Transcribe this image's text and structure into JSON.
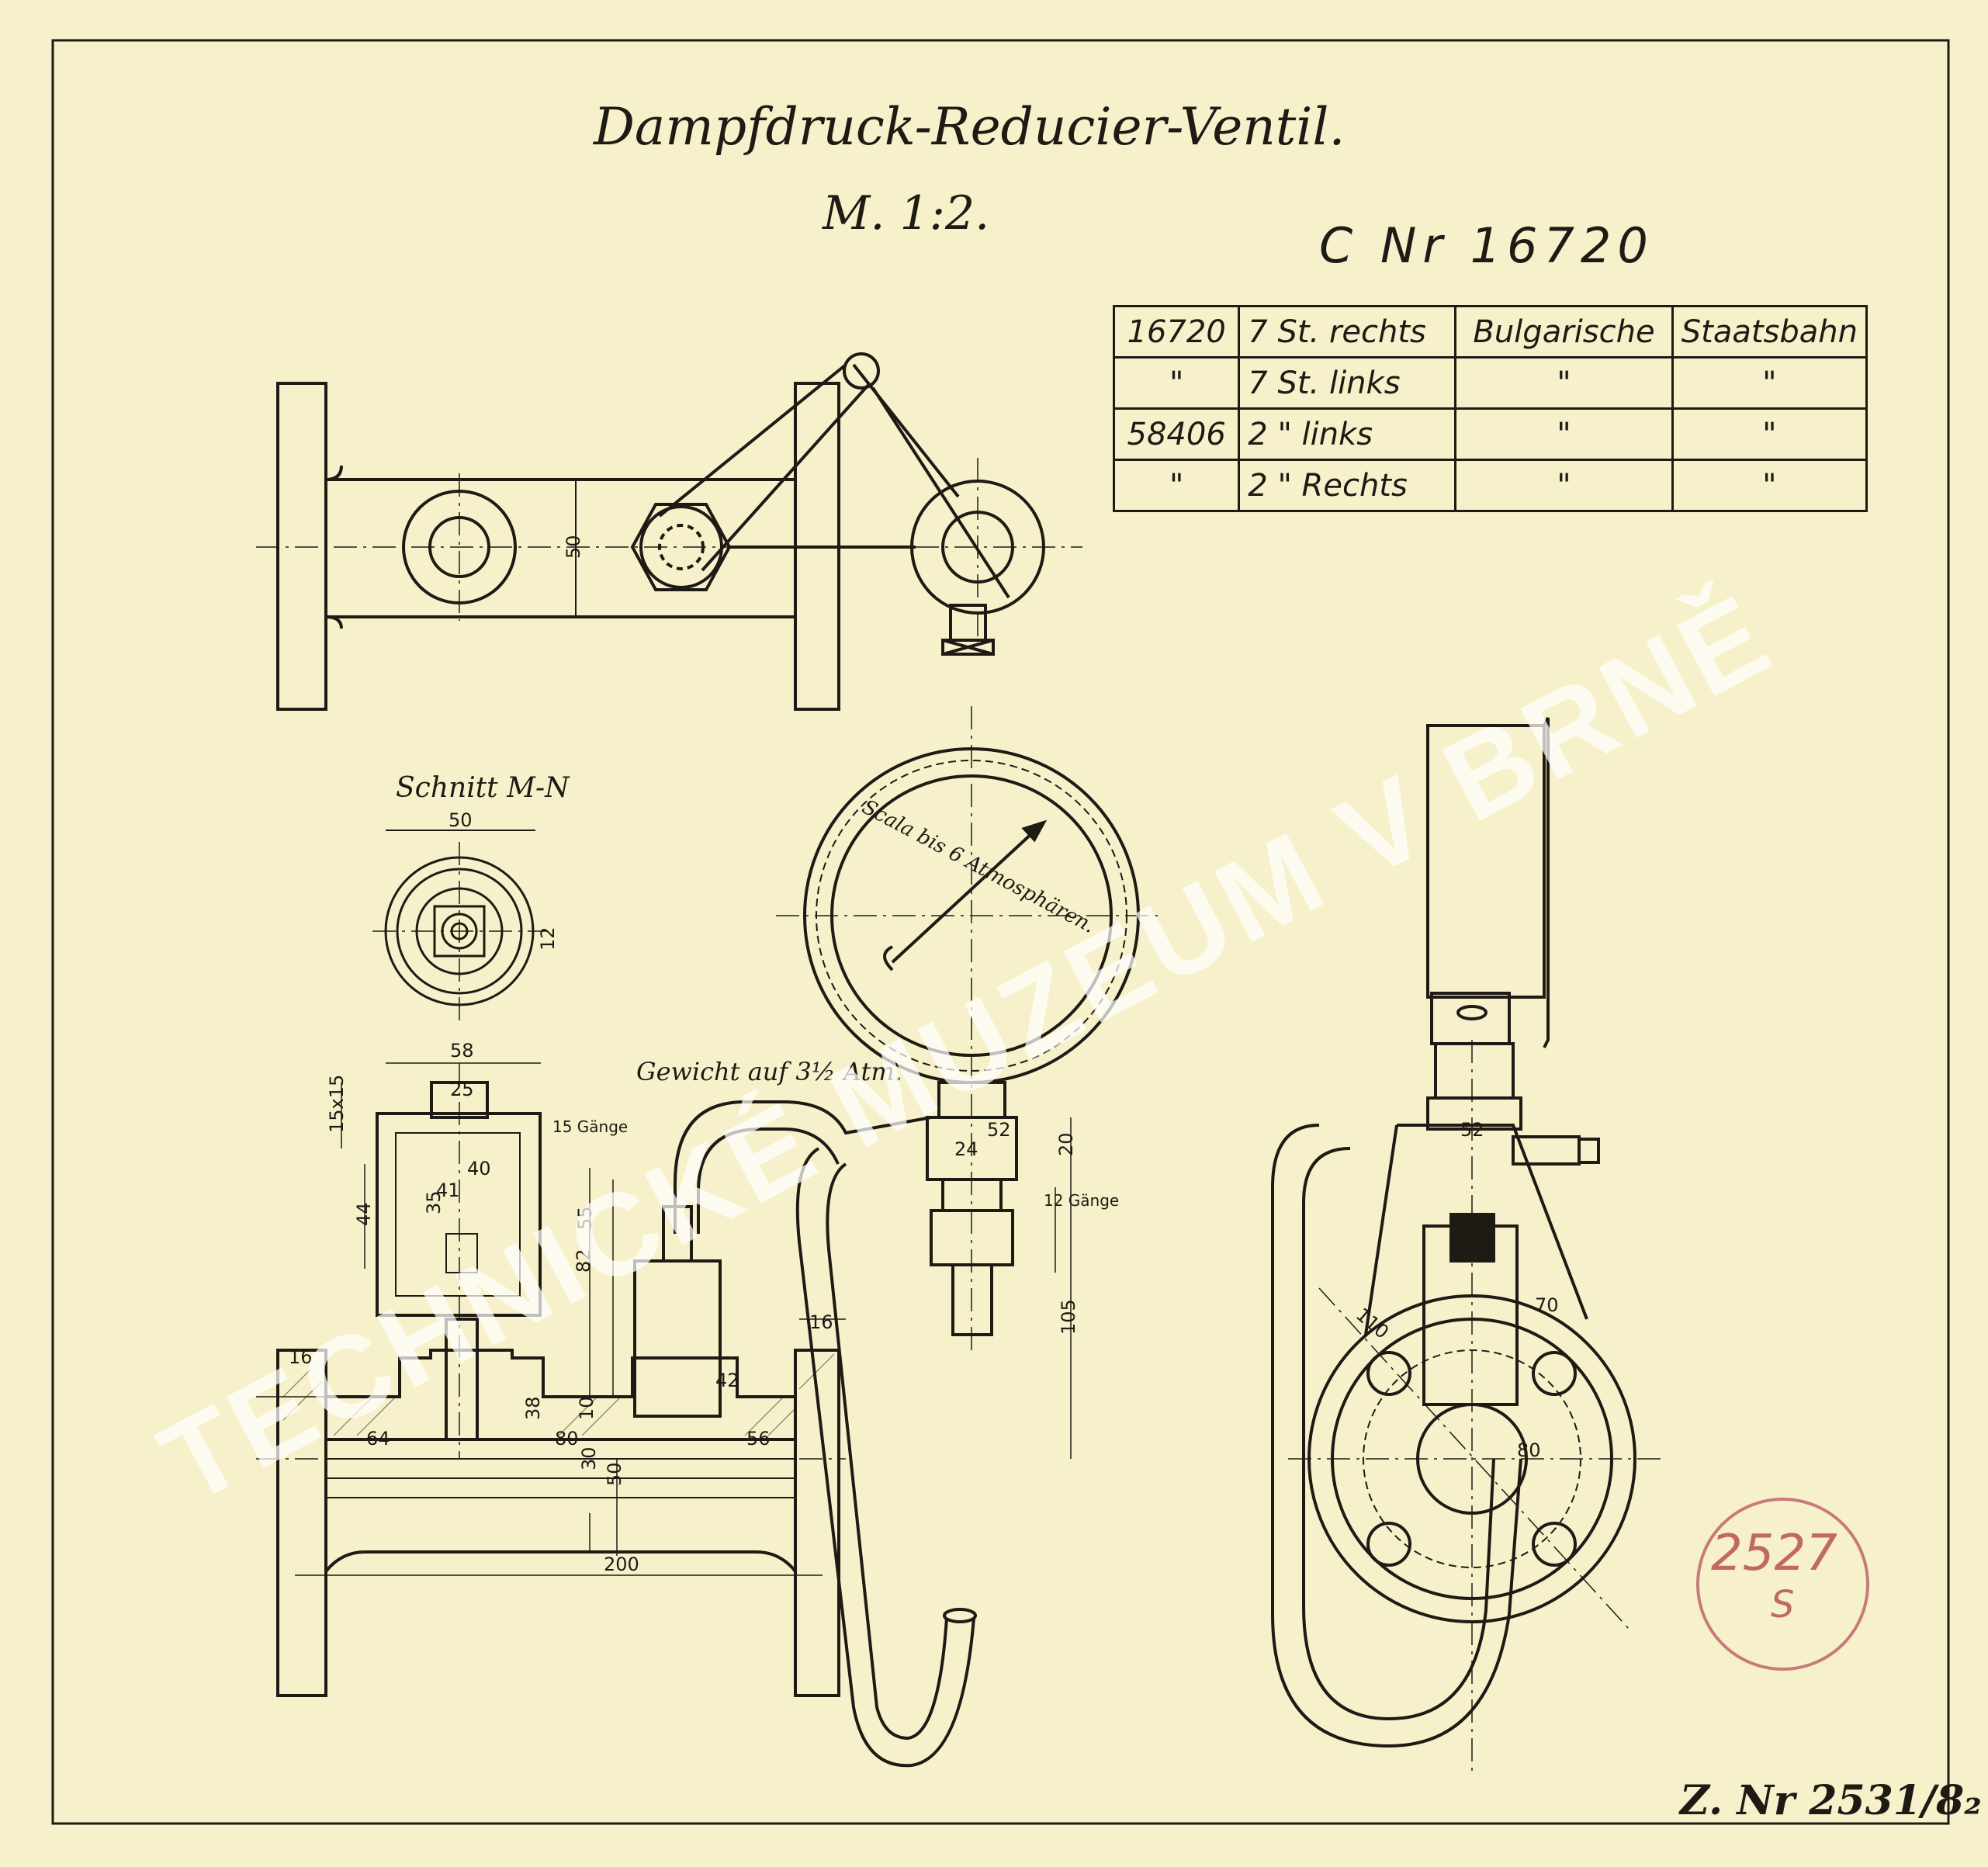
{
  "drawing": {
    "title": "Dampfdruck-Reducier-Ventil.",
    "scale": "M. 1:2.",
    "order_ref": "C Nr 16720",
    "section_label": "Schnitt M-N",
    "weight_label": "Gewicht auf 3½ Atm.",
    "gauge_label": "Scala bis 6 Atmosphären.",
    "drawing_number": "Z. Nr 2531/8₂",
    "stamp_number": "2527",
    "stamp_sub": "S",
    "watermark": "TECHNICKÉ MUZEUM V BRNĚ"
  },
  "orders": [
    {
      "order": "16720",
      "qty": "7 St. rechts",
      "customer": "Bulgarische",
      "line": "Staatsbahn"
    },
    {
      "order": "\"",
      "qty": "7 St. links",
      "customer": "\"",
      "line": "\""
    },
    {
      "order": "58406",
      "qty": "2 \" links",
      "customer": "\"",
      "line": "\""
    },
    {
      "order": "\"",
      "qty": "2 \" Rechts",
      "customer": "\"",
      "line": "\""
    }
  ],
  "dimensions": {
    "d50_top": "50",
    "d50_section": "50",
    "d12": "12",
    "d58": "58",
    "d25": "25",
    "d15x15": "15x15",
    "d15gange": "15 Gänge",
    "d40": "40",
    "d44": "44",
    "d41": "41",
    "d35": "35",
    "d55": "55",
    "d82": "82",
    "d16a": "16",
    "d16b": "16",
    "d64": "64",
    "d80": "80",
    "d56": "56",
    "d38": "38",
    "d10": "10",
    "d30": "30",
    "d50b": "50",
    "d200": "200",
    "d42": "42",
    "d52": "52",
    "d24": "24",
    "d20": "20",
    "d105": "105",
    "d12gange": "12 Gänge",
    "d70": "70",
    "d110": "110",
    "d80b": "80",
    "d52b": "52"
  },
  "colors": {
    "paper": "#f6f1ca",
    "ink": "#1e1a14",
    "stamp": "#c06868"
  }
}
